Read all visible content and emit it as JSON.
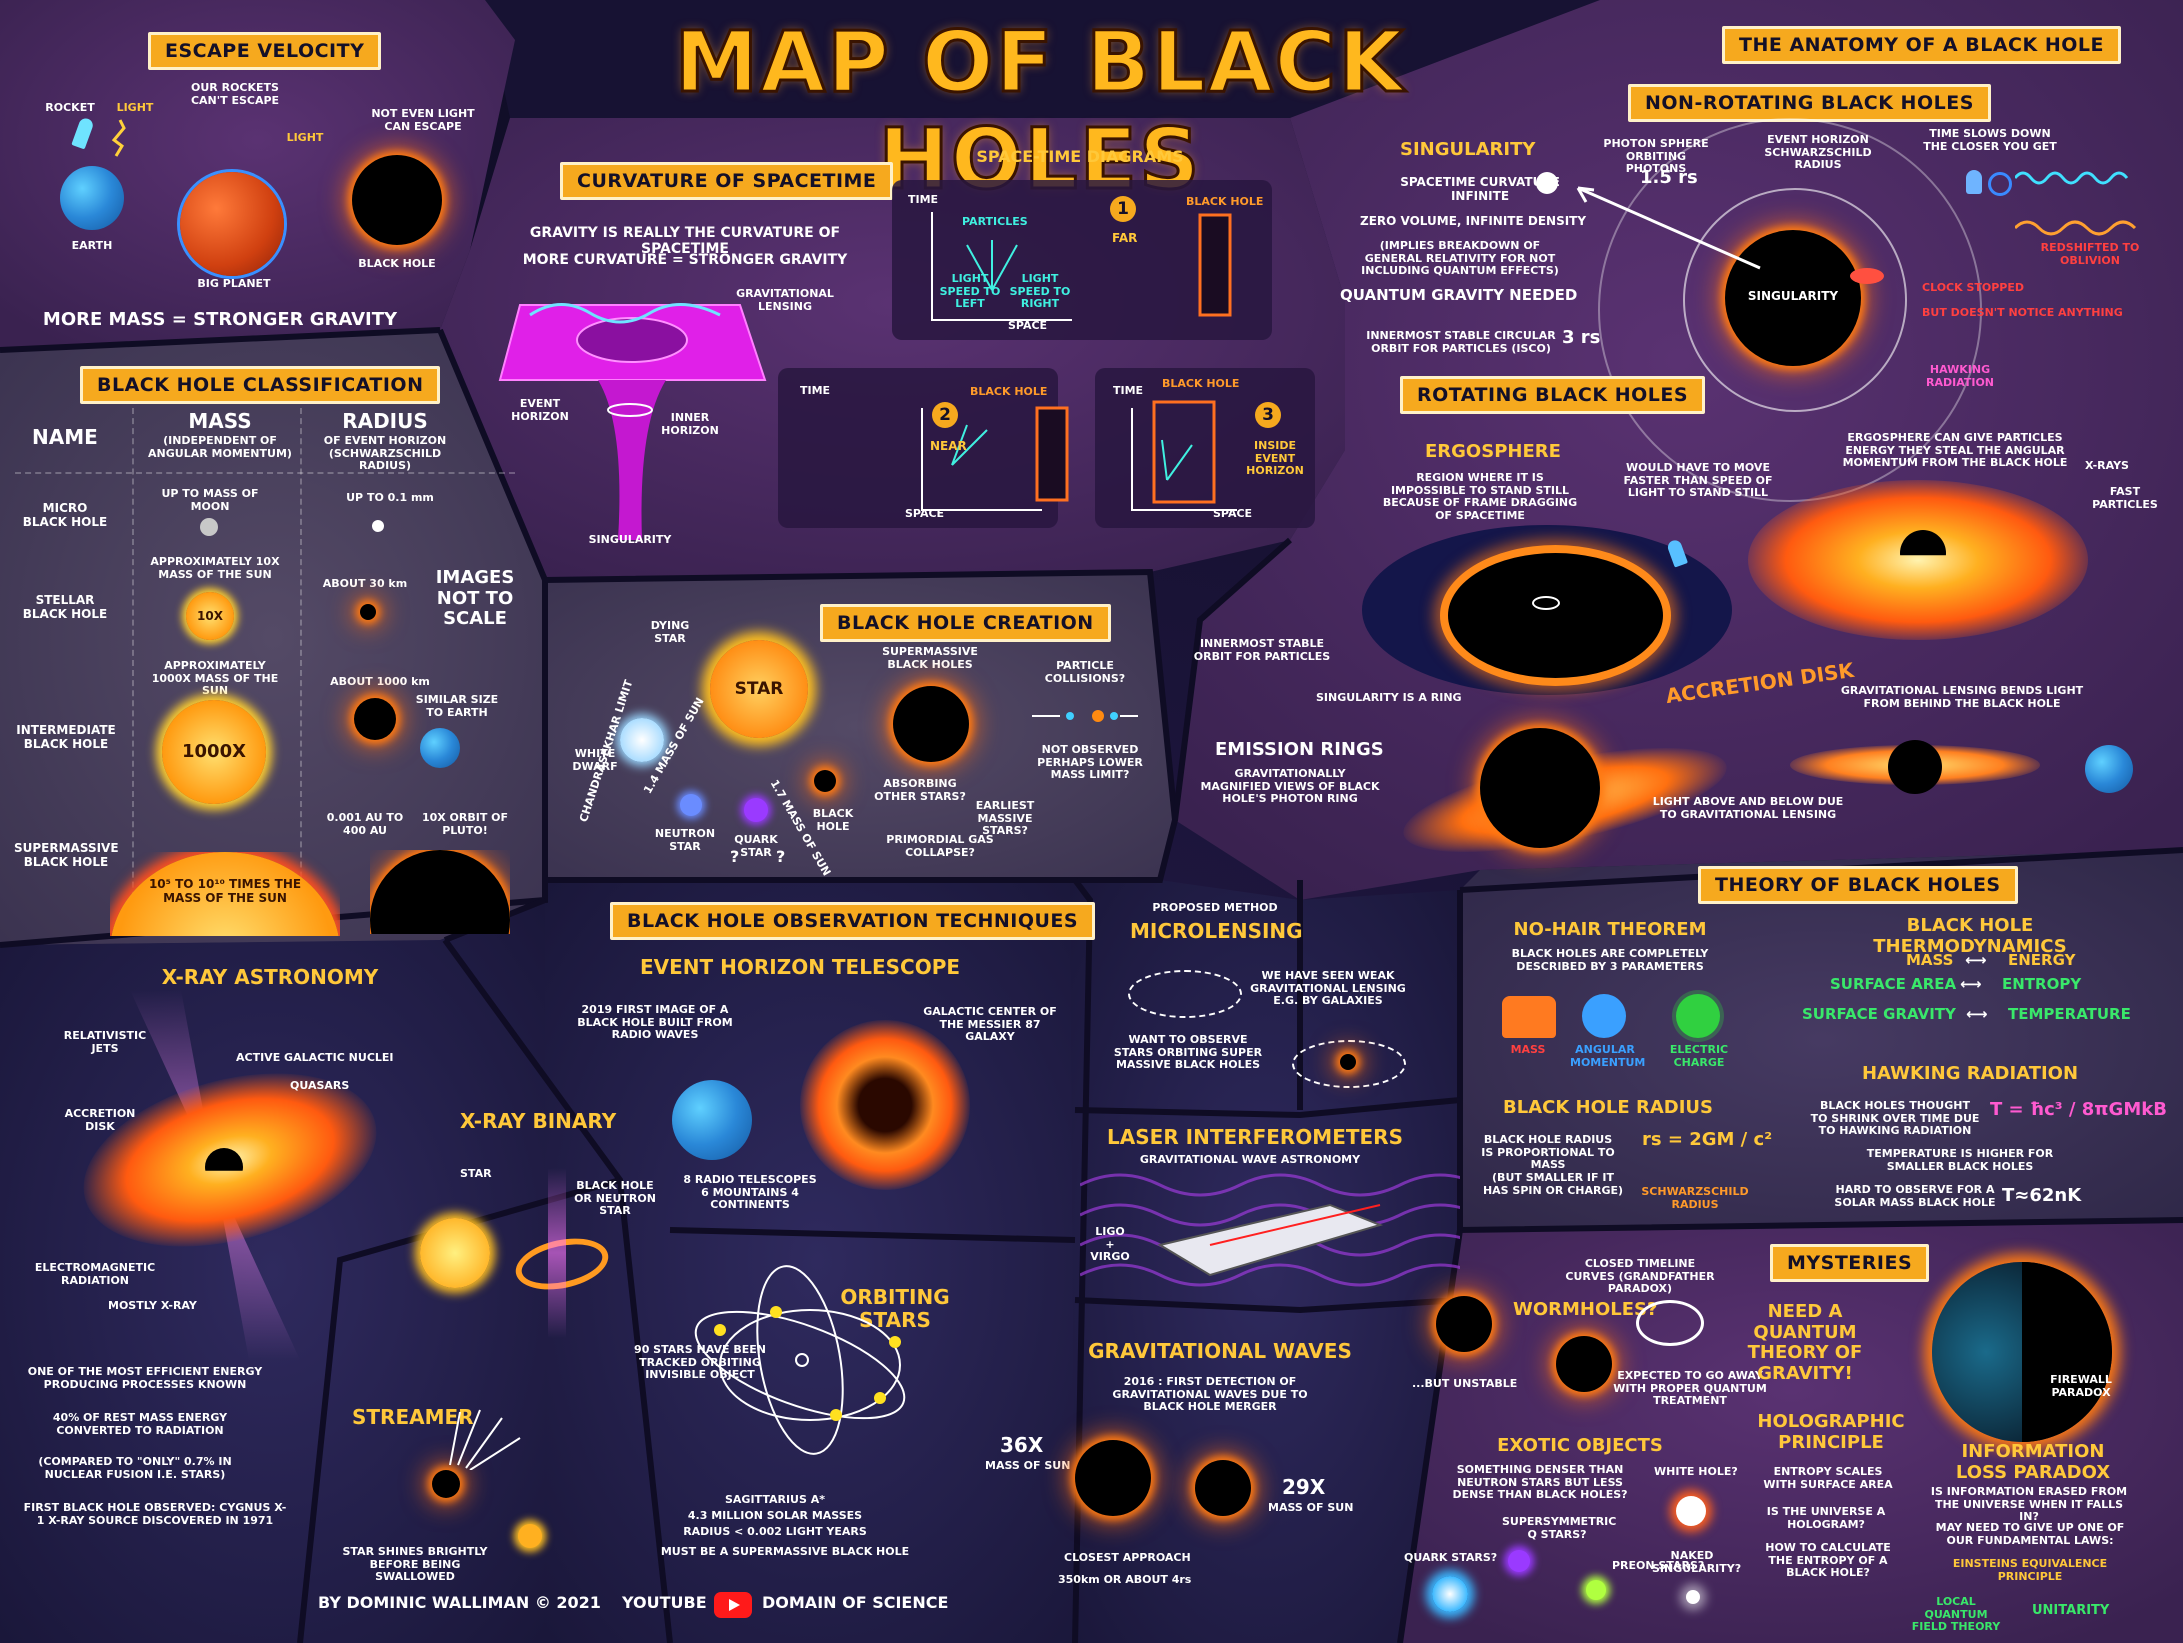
{
  "title": "MAP OF BLACK HOLES",
  "footer": {
    "author": "BY DOMINIC WALLIMAN © 2021",
    "youtube": "YOUTUBE",
    "channel": "DOMAIN OF SCIENCE"
  },
  "escape": {
    "heading": "ESCAPE VELOCITY",
    "rocket": "ROCKET",
    "light1": "LIGHT",
    "earth": "EARTH",
    "our_rockets": "OUR ROCKETS CAN'T ESCAPE",
    "light2": "LIGHT",
    "big_planet": "BIG PLANET",
    "not_even": "NOT EVEN LIGHT CAN ESCAPE",
    "black_hole": "BLACK HOLE",
    "summary": "MORE MASS = STRONGER GRAVITY"
  },
  "curvature": {
    "heading": "CURVATURE OF SPACETIME",
    "line1": "GRAVITY IS REALLY THE CURVATURE OF SPACETIME",
    "line2": "MORE CURVATURE = STRONGER GRAVITY",
    "lensing": "GRAVITATIONAL LENSING",
    "event_horizon": "EVENT HORIZON",
    "inner_horizon": "INNER HORIZON",
    "singularity": "SINGULARITY"
  },
  "spacetime": {
    "heading": "SPACE-TIME DIAGRAMS",
    "time": "TIME",
    "space": "SPACE",
    "particles": "PARTICLES",
    "left": "LIGHT SPEED TO LEFT",
    "right": "LIGHT SPEED TO RIGHT",
    "black_hole": "BLACK HOLE",
    "n1": "1",
    "n2": "2",
    "n3": "3",
    "far": "FAR",
    "near": "NEAR",
    "inside": "INSIDE EVENT HORIZON"
  },
  "anatomy": {
    "heading": "THE ANATOMY OF A BLACK HOLE",
    "nonrot": "NON-ROTATING BLACK HOLES",
    "singularity_title": "SINGULARITY",
    "curv_inf": "SPACETIME CURVATURE INFINITE",
    "zero_vol": "ZERO VOLUME, INFINITE DENSITY",
    "breakdown": "(IMPLIES BREAKDOWN OF GENERAL RELATIVITY FOR NOT INCLUDING QUANTUM EFFECTS)",
    "qg_needed": "QUANTUM GRAVITY NEEDED",
    "isco": "INNERMOST STABLE CIRCULAR ORBIT FOR PARTICLES (ISCO)",
    "isco_val": "3 rs",
    "photon_sphere": "PHOTON SPHERE ORBITING PHOTONS",
    "photon_val": "1.5 rs",
    "event_horizon": "EVENT HORIZON SCHWARZSCHILD RADIUS",
    "singularity_lbl": "SINGULARITY",
    "time_slows": "TIME SLOWS DOWN THE CLOSER YOU GET",
    "redshifted": "REDSHIFTED TO OBLIVION",
    "clock_stopped": "CLOCK STOPPED",
    "doesnt_notice": "BUT DOESN'T NOTICE ANYTHING",
    "hawking": "HAWKING RADIATION",
    "rotating": "ROTATING BLACK HOLES",
    "ergosphere": "ERGOSPHERE",
    "ergo_desc": "REGION WHERE IT IS IMPOSSIBLE TO STAND STILL BECAUSE OF FRAME DRAGGING OF SPACETIME",
    "faster": "WOULD HAVE TO MOVE FASTER THAN SPEED OF LIGHT TO STAND STILL",
    "ergo_energy": "ERGOSPHERE CAN GIVE PARTICLES ENERGY THEY STEAL THE ANGULAR MOMENTUM FROM THE BLACK HOLE",
    "xrays": "X-RAYS",
    "fast_particles": "FAST PARTICLES",
    "innermost": "INNERMOST STABLE ORBIT FOR PARTICLES",
    "ring": "SINGULARITY IS A RING",
    "accretion": "ACCRETION DISK",
    "lens_bends": "GRAVITATIONAL LENSING BENDS LIGHT FROM BEHIND THE BLACK HOLE",
    "emission": "EMISSION RINGS",
    "emission_desc": "GRAVITATIONALLY MAGNIFIED VIEWS OF BLACK HOLE'S PHOTON RING",
    "light_above": "LIGHT ABOVE AND BELOW DUE TO GRAVITATIONAL LENSING"
  },
  "classification": {
    "heading": "BLACK HOLE CLASSIFICATION",
    "col_name": "NAME",
    "col_mass": "MASS",
    "col_mass_sub": "(INDEPENDENT OF ANGULAR MOMENTUM)",
    "col_radius": "RADIUS",
    "col_radius_sub": "OF EVENT HORIZON (SCHWARZSCHILD RADIUS)",
    "rows": [
      {
        "name": "MICRO BLACK HOLE",
        "mass": "UP TO MASS OF MOON",
        "radius": "UP TO 0.1 mm"
      },
      {
        "name": "STELLAR BLACK HOLE",
        "mass": "APPROXIMATELY 10X MASS OF THE SUN",
        "badge": "10X",
        "radius": "ABOUT 30 km"
      },
      {
        "name": "INTERMEDIATE BLACK HOLE",
        "mass": "APPROXIMATELY 1000X MASS OF THE SUN",
        "badge": "1000X",
        "radius": "ABOUT 1000 km",
        "extra": "SIMILAR SIZE TO EARTH"
      },
      {
        "name": "SUPERMASSIVE BLACK HOLE",
        "mass": "10⁵ TO 10¹⁰ TIMES THE MASS OF THE SUN",
        "radius": "0.001 AU TO 400 AU",
        "extra": "10X ORBIT OF PLUTO!"
      }
    ],
    "scale": "IMAGES NOT TO SCALE"
  },
  "creation": {
    "heading": "BLACK HOLE CREATION",
    "dying": "DYING STAR",
    "star": "STAR",
    "white_dwarf": "WHITE DWARF",
    "chandra": "CHANDRASEKHAR LIMIT",
    "m14": "1.4 MASS OF SUN",
    "m17": "1.7 MASS OF SUN",
    "neutron": "NEUTRON STAR",
    "quark": "QUARK STAR",
    "bh": "BLACK HOLE",
    "q": "?",
    "supermassive": "SUPERMASSIVE BLACK HOLES",
    "absorbing": "ABSORBING OTHER STARS?",
    "earliest": "EARLIEST MASSIVE STARS?",
    "primordial": "PRIMORDIAL GAS COLLAPSE?",
    "collisions": "PARTICLE COLLISIONS?",
    "not_observed": "NOT OBSERVED PERHAPS LOWER MASS LIMIT?"
  },
  "xray": {
    "heading": "X-RAY ASTRONOMY",
    "jets": "RELATIVISTIC JETS",
    "agn": "ACTIVE GALACTIC NUCLEI",
    "quasars": "QUASARS",
    "disk": "ACCRETION DISK",
    "em": "ELECTROMAGNETIC RADIATION",
    "mostly": "MOSTLY X-RAY",
    "efficient": "ONE OF THE MOST EFFICIENT ENERGY PRODUCING PROCESSES KNOWN",
    "forty": "40% OF REST MASS ENERGY CONVERTED TO RADIATION",
    "compared": "(COMPARED TO \"ONLY\" 0.7% IN NUCLEAR FUSION I.E. STARS)",
    "first": "FIRST BLACK HOLE OBSERVED: CYGNUS X-1 X-RAY SOURCE DISCOVERED IN 1971"
  },
  "observation": {
    "heading": "BLACK HOLE OBSERVATION TECHNIQUES",
    "binary": "X-RAY BINARY",
    "star": "STAR",
    "bh_ns": "BLACK HOLE OR NEUTRON STAR",
    "streamer": "STREAMER",
    "shines": "STAR SHINES BRIGHTLY BEFORE BEING SWALLOWED",
    "eht": "EVENT HORIZON TELESCOPE",
    "eht_first": "2019 FIRST IMAGE OF A BLACK HOLE BUILT FROM RADIO WAVES",
    "galactic": "GALACTIC CENTER OF THE MESSIER 87 GALAXY",
    "telescopes": "8 RADIO TELESCOPES 6 MOUNTAINS 4 CONTINENTS",
    "orbiting": "ORBITING STARS",
    "tracked": "90 STARS HAVE BEEN TRACKED ORBITING INVISIBLE OBJECT",
    "sag": "SAGITTARIUS A*",
    "sag_mass": "4.3 MILLION SOLAR MASSES",
    "sag_radius": "RADIUS < 0.002 LIGHT YEARS",
    "must_be": "MUST BE A SUPERMASSIVE BLACK HOLE",
    "proposed": "PROPOSED METHOD",
    "micro": "MICROLENSING",
    "weak": "WE HAVE SEEN WEAK GRAVITATIONAL LENSING E.G. BY GALAXIES",
    "want": "WANT TO OBSERVE STARS ORBITING SUPER MASSIVE BLACK HOLES",
    "laser": "LASER INTERFEROMETERS",
    "gw_astro": "GRAVITATIONAL WAVE ASTRONOMY",
    "ligo": "LIGO + VIRGO",
    "gw": "GRAVITATIONAL WAVES",
    "gw_first": "2016 : FIRST DETECTION OF GRAVITATIONAL WAVES DUE TO BLACK HOLE MERGER",
    "m36": "36X",
    "m29": "29X",
    "mass_sun": "MASS OF SUN",
    "closest": "CLOSEST APPROACH",
    "closest_val": "350km OR ABOUT 4rs"
  },
  "theory": {
    "heading": "THEORY OF BLACK HOLES",
    "nohair": "NO-HAIR THEOREM",
    "nohair_desc": "BLACK HOLES ARE COMPLETELY DESCRIBED BY 3 PARAMETERS",
    "p_mass": "MASS",
    "p_ang": "ANGULAR MOMENTUM",
    "p_charge": "ELECTRIC CHARGE",
    "thermo": "BLACK HOLE THERMODYNAMICS",
    "t1a": "MASS",
    "t1b": "ENERGY",
    "t2a": "SURFACE AREA",
    "t2b": "ENTROPY",
    "t3a": "SURFACE GRAVITY",
    "t3b": "TEMPERATURE",
    "radius": "BLACK HOLE RADIUS",
    "radius_desc": "BLACK HOLE RADIUS IS PROPORTIONAL TO MASS",
    "radius_but": "(BUT SMALLER IF IT HAS SPIN OR CHARGE)",
    "rs_formula": "rs = 2GM / c²",
    "schw": "SCHWARZSCHILD RADIUS",
    "hawking": "HAWKING RADIATION",
    "hawking_desc": "BLACK HOLES THOUGHT TO SHRINK OVER TIME DUE TO HAWKING RADIATION",
    "t_formula": "T = ħc³ / 8πGMkB",
    "temp_higher": "TEMPERATURE IS HIGHER FOR SMALLER BLACK HOLES",
    "hard": "HARD TO OBSERVE FOR A SOLAR MASS BLACK HOLE",
    "t_val": "T≈62nK"
  },
  "mysteries": {
    "heading": "MYSTERIES",
    "ctc": "CLOSED TIMELINE CURVES (GRANDFATHER PARADOX)",
    "wormholes": "WORMHOLES?",
    "unstable": "...BUT UNSTABLE",
    "expected": "EXPECTED TO GO AWAY WITH PROPER QUANTUM TREATMENT",
    "need_qt": "NEED A QUANTUM THEORY OF GRAVITY!",
    "firewall": "FIREWALL PARADOX",
    "exotic": "EXOTIC OBJECTS",
    "denser": "SOMETHING DENSER THAN NEUTRON STARS BUT LESS DENSE THAN BLACK HOLES?",
    "white": "WHITE HOLE?",
    "quark": "QUARK STARS?",
    "susy": "SUPERSYMMETRIC Q STARS?",
    "preon": "PREON STARS?",
    "naked": "NAKED SINGULARITY?",
    "holo": "HOLOGRAPHIC PRINCIPLE",
    "entropy": "ENTROPY SCALES WITH SURFACE AREA",
    "hologram": "IS THE UNIVERSE A HOLOGRAM?",
    "calc": "HOW TO CALCULATE THE ENTROPY OF A BLACK HOLE?",
    "info": "INFORMATION LOSS PARADOX",
    "info_desc": "IS INFORMATION ERASED FROM THE UNIVERSE WHEN IT FALLS IN?",
    "give_up": "MAY NEED TO GIVE UP ONE OF OUR FUNDAMENTAL LAWS:",
    "einstein": "EINSTEINS EQUIVALENCE PRINCIPLE",
    "lqft": "LOCAL QUANTUM FIELD THEORY",
    "unitarity": "UNITARITY"
  }
}
